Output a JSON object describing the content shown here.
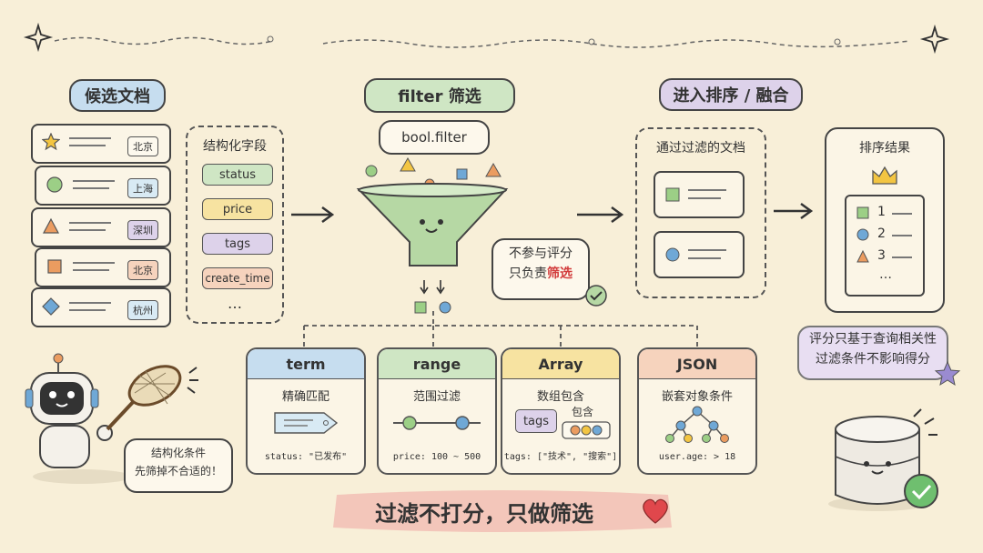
{
  "columns": {
    "candidates": {
      "title": "候选文档",
      "color": "#c6ddef",
      "cities": [
        "北京",
        "上海",
        "深圳",
        "北京",
        "杭州"
      ]
    },
    "fields": {
      "title": "结构化字段",
      "items": [
        {
          "label": "status",
          "color": "#cfe6c4"
        },
        {
          "label": "price",
          "color": "#f7e3a1"
        },
        {
          "label": "tags",
          "color": "#ddd2ea"
        },
        {
          "label": "create_time",
          "color": "#f6d3bd"
        }
      ],
      "more": "…"
    },
    "filter": {
      "title": "filter 筛选",
      "color": "#cfe6c4",
      "bool_label": "bool.filter"
    },
    "note": {
      "line1": "不参与评分",
      "line2_prefix": "只负责",
      "line2_highlight": "筛选"
    },
    "rank_header": {
      "title": "进入排序 / 融合",
      "color": "#ddd2ea"
    },
    "passed": {
      "title": "通过过滤的文档"
    },
    "results": {
      "title": "排序结果",
      "items": [
        "1",
        "2",
        "3"
      ],
      "more": "…"
    }
  },
  "bottom_cards": [
    {
      "title": "term",
      "subtitle": "精确匹配",
      "footer": "status: \"已发布\"",
      "color": "#c6ddef"
    },
    {
      "title": "range",
      "subtitle": "范围过滤",
      "footer": "price: 100 ~ 500",
      "color": "#cfe6c4"
    },
    {
      "title": "Array",
      "subtitle": "数组包含",
      "footer": "tags: [\"技术\", \"搜索\"]",
      "color": "#f7e3a1",
      "tag_label": "tags",
      "contain_label": "包含"
    },
    {
      "title": "JSON",
      "subtitle": "嵌套对象条件",
      "footer": "user.age: > 18",
      "color": "#f6d3bd"
    }
  ],
  "robot_bubble": {
    "line1": "结构化条件",
    "line2": "先筛掉不合适的！"
  },
  "score_note": {
    "line1": "评分只基于查询相关性",
    "line2": "过滤条件不影响得分"
  },
  "banner": {
    "text": "过滤不打分，只做筛选"
  },
  "icons": [
    "sparkle-icon",
    "star-icon",
    "circle-icon",
    "triangle-icon",
    "square-icon",
    "diamond-icon",
    "crown-icon",
    "heart-icon",
    "check-icon",
    "arrow-icon"
  ]
}
